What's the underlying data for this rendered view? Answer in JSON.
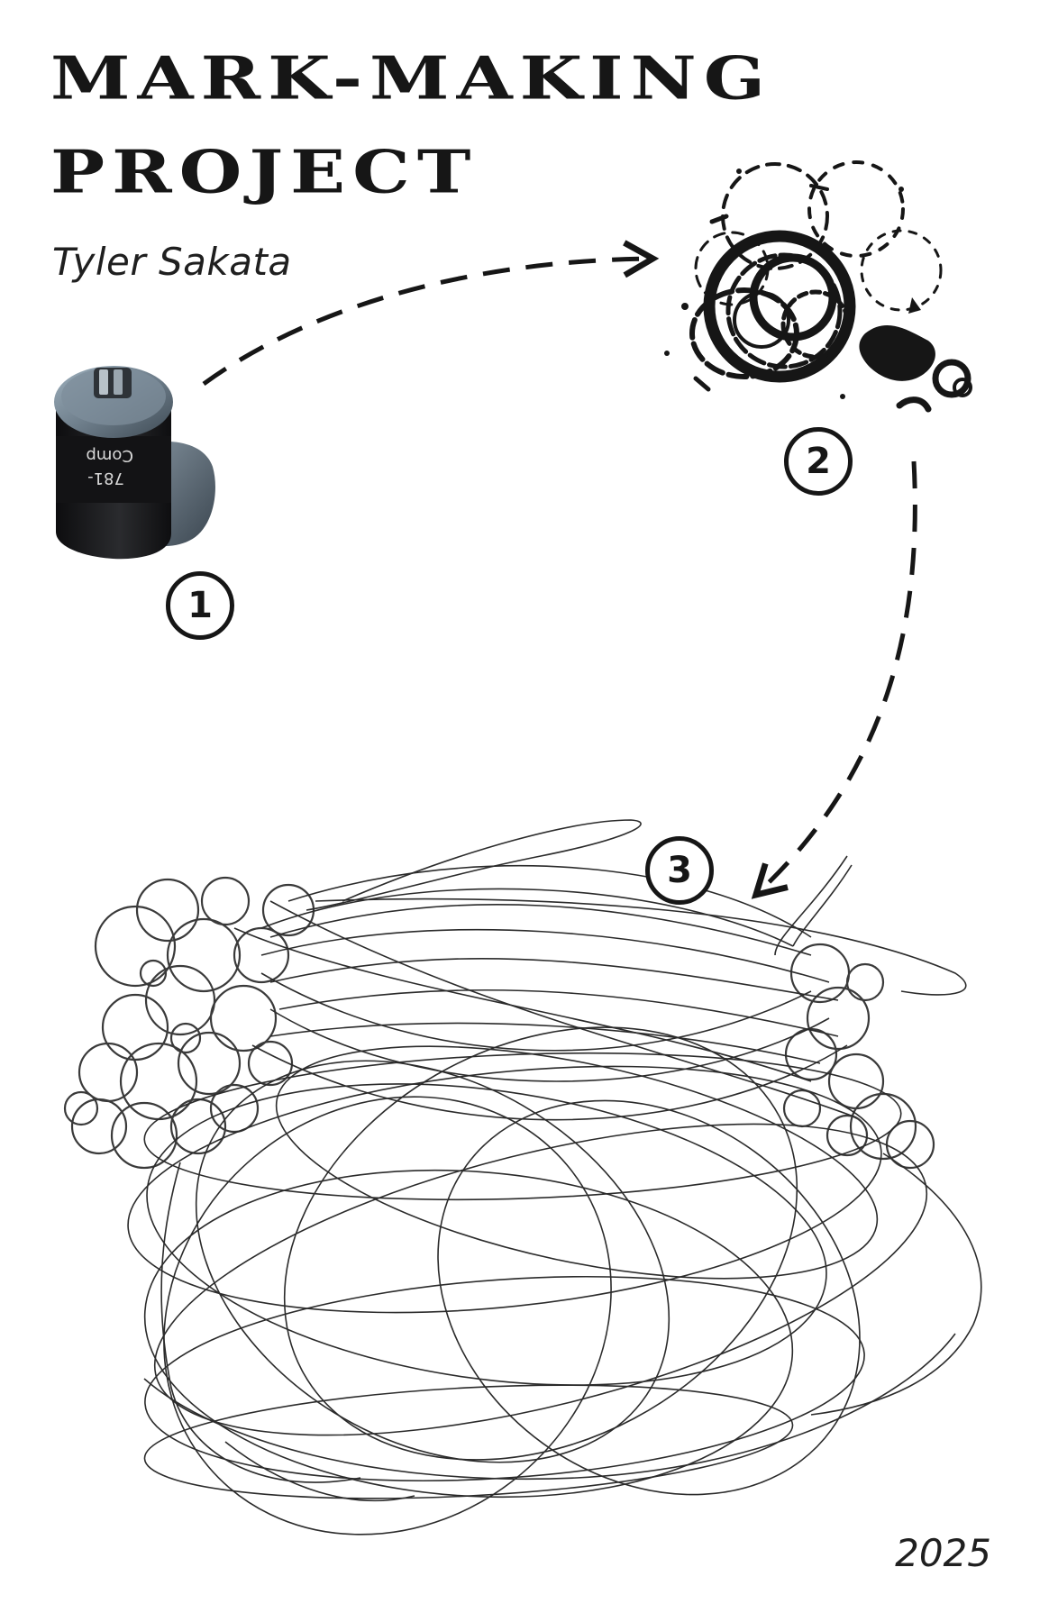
{
  "poster": {
    "title_line1": "MARK-MAKING",
    "title_line2": "PROJECT",
    "author": "Tyler Sakata",
    "year": "2025"
  },
  "steps": [
    {
      "label": "1",
      "depicts": "marker-tool-photo"
    },
    {
      "label": "2",
      "depicts": "ink-blot-marks"
    },
    {
      "label": "3",
      "depicts": "scribble-line-drawing"
    }
  ],
  "tool_label": {
    "line1": "Comp",
    "line2": "781-"
  },
  "colors": {
    "ink": "#161616",
    "background": "#ffffff",
    "tool_body": "#1c1c1e",
    "tool_metal": "#6f7f8c"
  },
  "icons": {
    "arrow_1_to_2": "dashed-arrow-right",
    "arrow_2_to_3": "dashed-arrow-down-left"
  }
}
